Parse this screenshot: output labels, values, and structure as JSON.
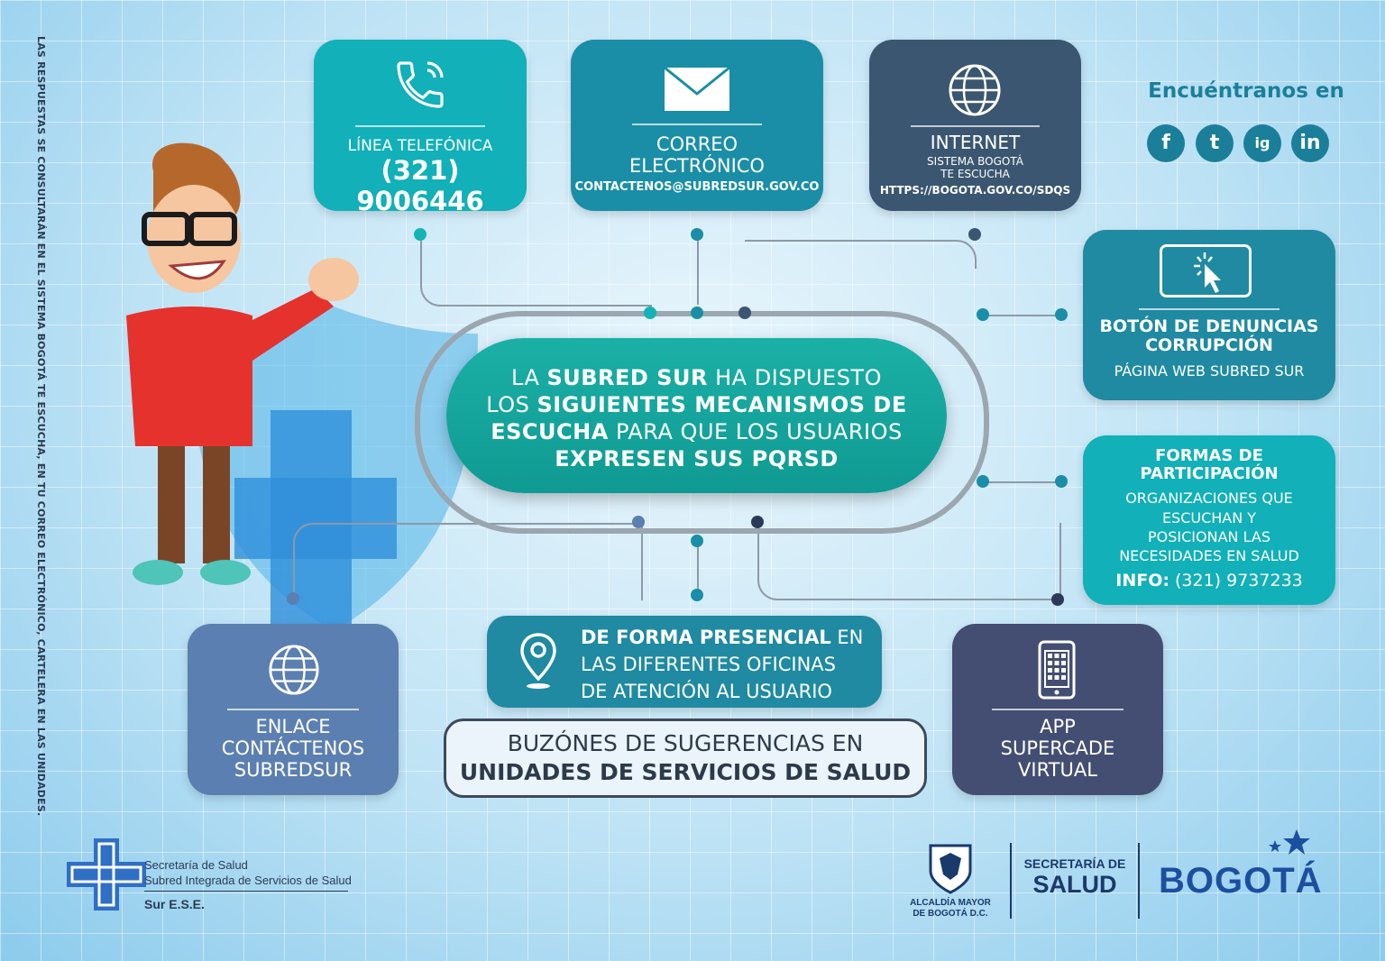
{
  "side_note": "LAS RESPUESTAS SE CONSULTARÁN EN EL SISTEMA BOGOTÁ TE ESCUCHA, EN TU CORREO ELECTRÓNICO, CARTELERA EN LAS UNIDADES.",
  "phone": {
    "label": "LÍNEA TELEFÓNICA",
    "number": "(321) 9006446",
    "icon": "phone-icon"
  },
  "email": {
    "label1": "CORREO",
    "label2": "ELECTRÓNICO",
    "address": "CONTACTENOS@SUBREDSUR.GOV.CO",
    "icon": "envelope-icon"
  },
  "internet": {
    "label": "INTERNET",
    "sub1": "SISTEMA BOGOTÁ",
    "sub2": "TE ESCUCHA",
    "url": "HTTPS://BOGOTA.GOV.CO/SDQS",
    "icon": "globe-icon"
  },
  "social": {
    "title": "Encuéntranos en",
    "items": [
      "f",
      "t",
      "ig",
      "in"
    ],
    "icons": [
      "facebook-icon",
      "twitter-icon",
      "instagram-icon",
      "linkedin-icon"
    ]
  },
  "center": {
    "line1_a": "LA ",
    "line1_b": "SUBRED SUR",
    "line1_c": " HA DISPUESTO",
    "line2_a": "LOS ",
    "line2_b": "SIGUIENTES MECANISMOS DE",
    "line3_a": "ESCUCHA",
    "line3_b": " PARA QUE LOS USUARIOS",
    "line4": "EXPRESEN SUS PQRSD"
  },
  "denuncias": {
    "label1": "BOTÓN DE DENUNCIAS",
    "label2": "CORRUPCIÓN",
    "sub": "PÁGINA WEB SUBRED SUR",
    "icon": "cursor-click-icon"
  },
  "participacion": {
    "label1": "FORMAS DE",
    "label2": "PARTICIPACIÓN",
    "sub1": "ORGANIZACIONES QUE",
    "sub2": "ESCUCHAN Y",
    "sub3": "POSICIONAN LAS",
    "sub4": "NECESIDADES EN SALUD",
    "info_label": "INFO:",
    "info_value": " (321) 9737233"
  },
  "enlace": {
    "label1": "ENLACE",
    "label2": "CONTÁCTENOS",
    "label3": "SUBREDSUR",
    "icon": "globe-icon"
  },
  "presencial": {
    "a": "DE FORMA PRESENCIAL",
    "b": " EN",
    "c": "LAS DIFERENTES OFICINAS",
    "d": "DE ATENCIÓN AL USUARIO",
    "icon": "location-pin-icon"
  },
  "buzones": {
    "line1": "BUZÓNES DE SUGERENCIAS EN",
    "line2": "UNIDADES DE SERVICIOS DE SALUD"
  },
  "app": {
    "label1": "APP",
    "label2": "SUPERCADE",
    "label3": "VIRTUAL",
    "icon": "smartphone-icon"
  },
  "footer": {
    "left1": "Secretaría de Salud",
    "left2": "Subred Integrada de Servicios de Salud",
    "left3": "Sur E.S.E.",
    "alcaldia1": "ALCALDÍA MAYOR",
    "alcaldia2": "DE BOGOTÁ D.C.",
    "secretaria1": "SECRETARÍA DE",
    "secretaria2": "SALUD",
    "bogota": "BOGOTÁ"
  },
  "colors": {
    "teal": "#12b0b8",
    "blue_teal": "#1a8ea6",
    "slate": "#3b5670",
    "navy": "#434e72",
    "brand_red": "#e5322d"
  }
}
